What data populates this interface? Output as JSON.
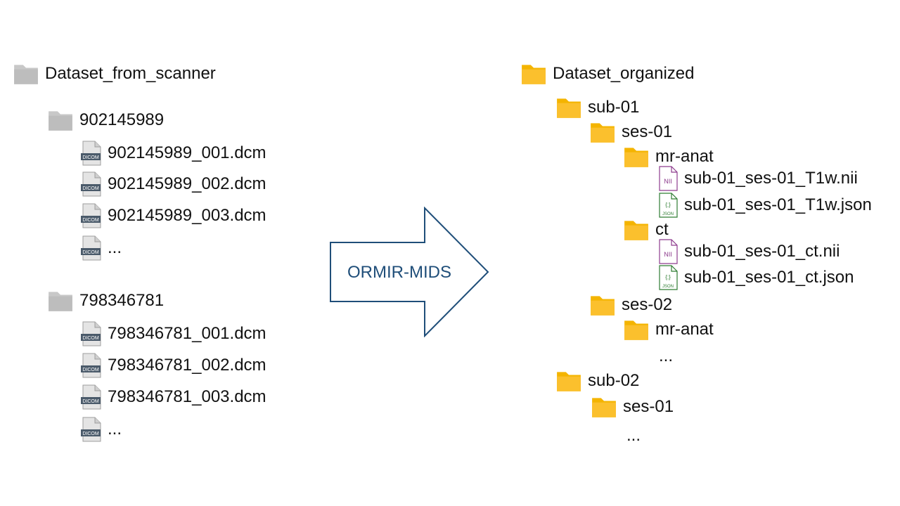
{
  "colors": {
    "source_folder": "#c8c8c8",
    "target_folder": "#fbc02d",
    "dicom_badge": "#4a5a6a",
    "nii_accent": "#8e3c8e",
    "json_accent": "#2e7d32",
    "arrow_stroke": "#1f4e79"
  },
  "source": {
    "root": "Dataset_from_scanner",
    "folders": [
      {
        "name": "902145989",
        "files": [
          "902145989_001.dcm",
          "902145989_002.dcm",
          "902145989_003.dcm",
          "..."
        ]
      },
      {
        "name": "798346781",
        "files": [
          "798346781_001.dcm",
          "798346781_002.dcm",
          "798346781_003.dcm",
          "..."
        ]
      }
    ],
    "file_icon_label": "DICOM"
  },
  "arrow": {
    "label": "ORMIR-MIDS"
  },
  "target": {
    "root": "Dataset_organized",
    "sub01": "sub-01",
    "sub01_ses01": "ses-01",
    "sub01_ses01_mranat": "mr-anat",
    "sub01_ses01_mranat_nii": "sub-01_ses-01_T1w.nii",
    "sub01_ses01_mranat_json": "sub-01_ses-01_T1w.json",
    "sub01_ses01_ct": "ct",
    "sub01_ses01_ct_nii": "sub-01_ses-01_ct.nii",
    "sub01_ses01_ct_json": "sub-01_ses-01_ct.json",
    "sub01_ses02": "ses-02",
    "sub01_ses02_mranat": "mr-anat",
    "sub01_ses02_more": "...",
    "sub02": "sub-02",
    "sub02_ses01": "ses-01",
    "sub02_more": "...",
    "nii_icon_label": "NII",
    "json_icon_label": "JSON",
    "json_icon_glyph": "{;}"
  }
}
